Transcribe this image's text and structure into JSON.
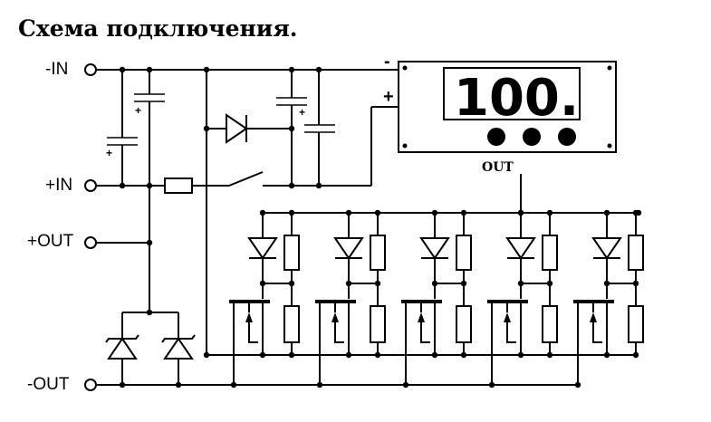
{
  "title": "Схема подключения.",
  "terminals": {
    "minus_in": "-IN",
    "plus_in": "+IN",
    "plus_out": "+OUT",
    "minus_out": "-OUT"
  },
  "display": {
    "reading": "100.",
    "minus_sign": "-",
    "plus_sign": "+",
    "out_label": "OUT",
    "button_count": 3
  },
  "capacitor_polarity": "+",
  "load_stage_count": 5
}
